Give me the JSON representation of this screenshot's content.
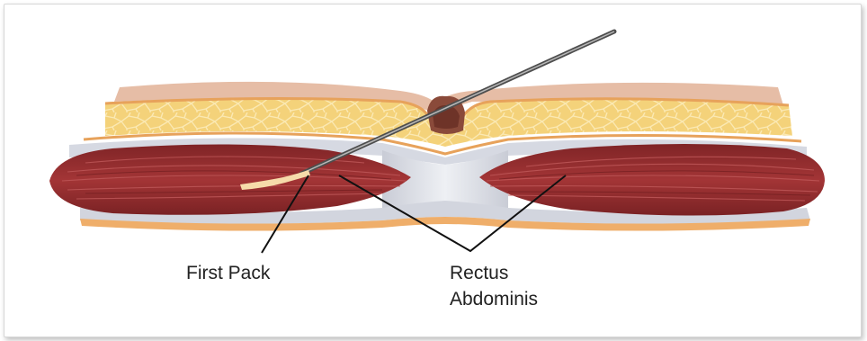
{
  "labels": {
    "first_pack": "First Pack",
    "rectus_line1": "Rectus",
    "rectus_line2": "Abdominis"
  },
  "colors": {
    "skin": "#e8bfa8",
    "fat": "#f3d37a",
    "fascia": "#cfd3dc",
    "muscle": "#8e2a2c",
    "muscle_light": "#a8393a",
    "peritoneum": "#f0b06a",
    "needle": "#555555",
    "pack": "#f4d6a0"
  }
}
